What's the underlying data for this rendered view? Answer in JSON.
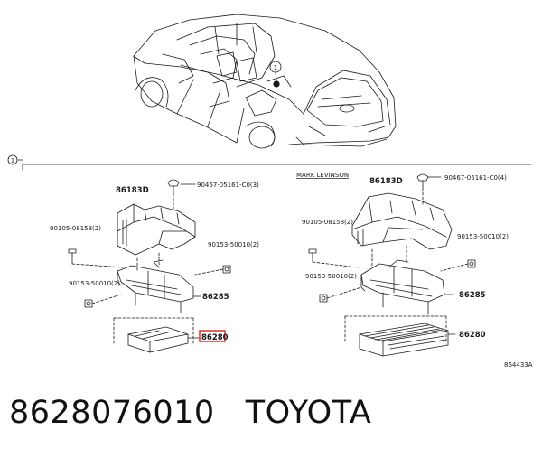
{
  "diagram": {
    "callout_top": "1",
    "section_marker": "1",
    "variant_label": "MARK LEVINSON",
    "left": {
      "bracket_upper": "86183D",
      "clip": "90467-05161-C0(3)",
      "screw_a": "90105-08158(2)",
      "bolt_right": "90153-50010(2)",
      "bolt_left": "90153-50010(2)",
      "bracket_lower": "86285",
      "unit": "86280"
    },
    "right": {
      "bracket_upper": "86183D",
      "clip": "90467-05161-C0(4)",
      "screw_a": "90105-08158(2)",
      "bolt_right": "90153-50010(2)",
      "bolt_left": "90153-50010(2)",
      "bracket_lower": "86285",
      "unit": "86280"
    },
    "drawing_number": "864433A",
    "highlight_color": "#d9342b"
  },
  "footer": {
    "part_number": "8628076010",
    "brand": "TOYOTA"
  }
}
